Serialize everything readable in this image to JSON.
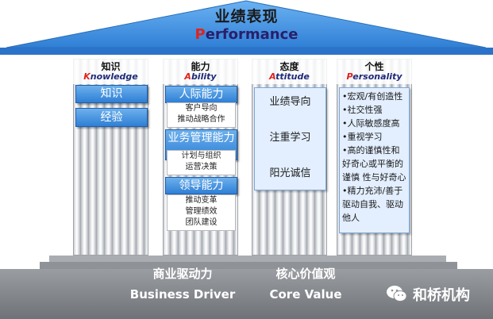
{
  "roof": {
    "title_cn": "业绩表现",
    "title_en_initial": "P",
    "title_en_rest": "erformance"
  },
  "columns": [
    {
      "cn": "知识",
      "en_initial": "K",
      "en_rest": "nowledge",
      "boxes": [
        "知识",
        "经验"
      ]
    },
    {
      "cn": "能力",
      "en_initial": "A",
      "en_rest": "bility",
      "groups": [
        {
          "title": "人际能力",
          "items": [
            "客户导向",
            "推动战略合作"
          ]
        },
        {
          "title": "业务管理能力",
          "items": [
            "计划与组织",
            "运营决策"
          ]
        },
        {
          "title": "领导能力",
          "items": [
            "推动变革",
            "管理绩效",
            "团队建设"
          ]
        }
      ]
    },
    {
      "cn": "态度",
      "en_initial": "A",
      "en_rest": "ttitude",
      "items": [
        "业绩导向",
        "注重学习",
        "阳光诚信"
      ]
    },
    {
      "cn": "个性",
      "en_initial": "P",
      "en_rest": "ersonality",
      "items": [
        "•宏观/有创造性",
        "•社交性强",
        "•人际敏感度高",
        "•重视学习",
        "•高的谨慎性和好奇心或平衡的谨慎 性与好奇心",
        "•精力充沛/善于驱动自我、驱动他人"
      ]
    }
  ],
  "base": {
    "left_cn": "商业驱动力",
    "left_en": "Business Driver",
    "right_cn": "核心价值观",
    "right_en": "Core Value"
  },
  "watermark": {
    "text": "和桥机构",
    "icon": "wechat-icon"
  },
  "colors": {
    "roof": "#3d8fe0",
    "box_blue": "#2e7fd6",
    "base": "#7f8287",
    "accent_red": "#e0231b"
  }
}
